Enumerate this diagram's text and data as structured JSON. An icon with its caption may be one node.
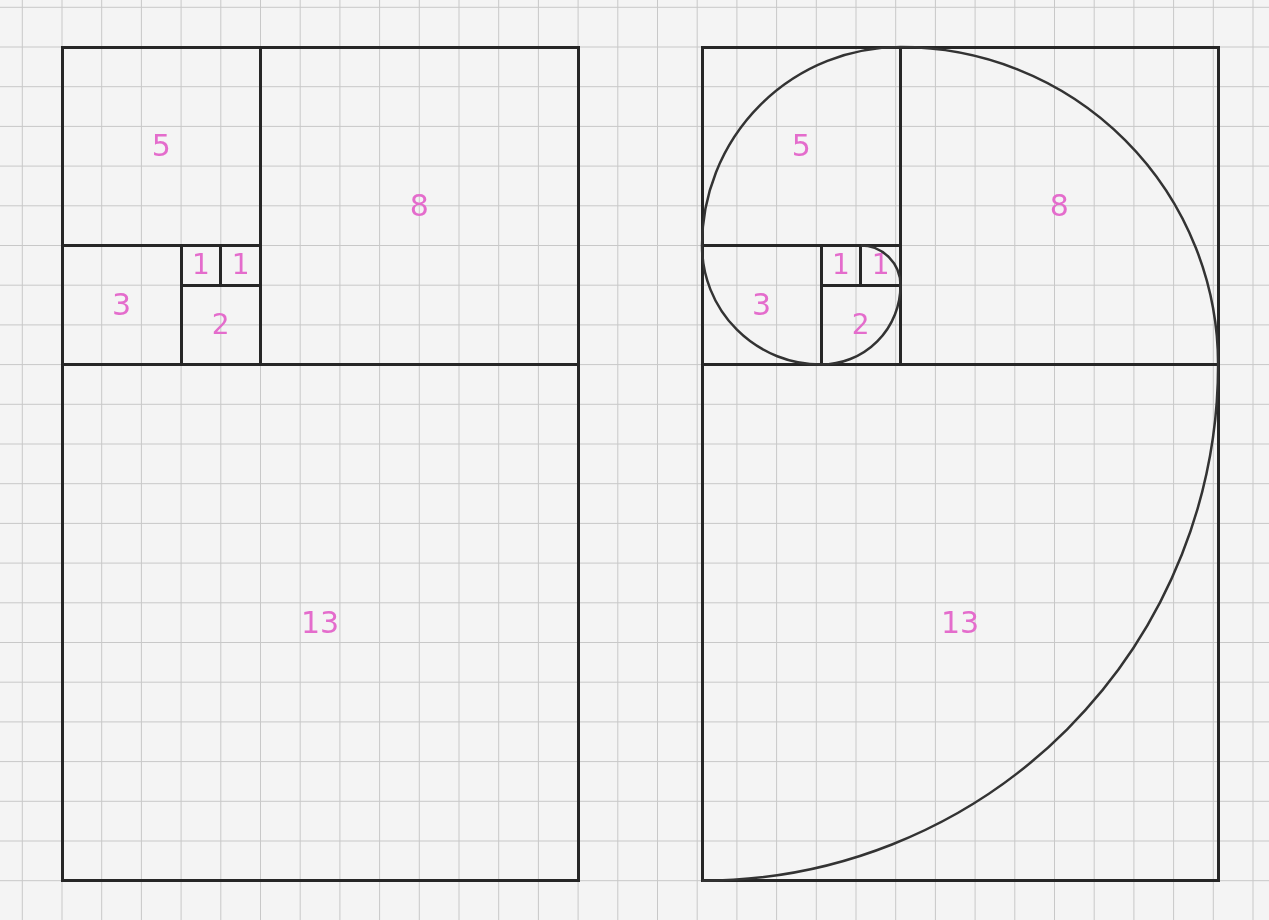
{
  "diagram": {
    "nodes": [
      {
        "text": [
          "5"
        ]
      },
      {
        "text": [
          "8"
        ]
      },
      {
        "text": [
          "1"
        ]
      },
      {
        "text": [
          "1"
        ]
      },
      {
        "text": [
          "3"
        ]
      },
      {
        "text": [
          "2"
        ]
      },
      {
        "text": [
          "13"
        ]
      },
      {
        "text": [
          "5"
        ]
      },
      {
        "text": [
          "8"
        ]
      },
      {
        "text": [
          "1"
        ]
      },
      {
        "text": [
          "1"
        ]
      },
      {
        "text": [
          "3"
        ]
      },
      {
        "text": [
          "2"
        ]
      },
      {
        "text": [
          "13"
        ]
      }
    ]
  }
}
